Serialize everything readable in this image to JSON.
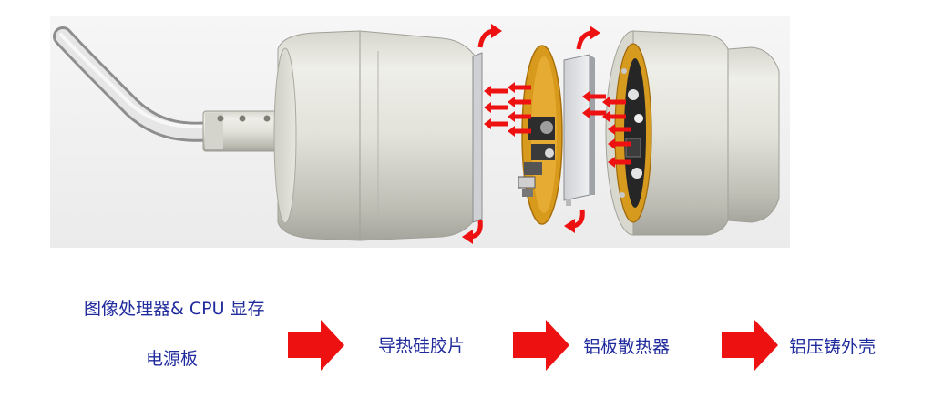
{
  "labels": {
    "chip": "图像处理器& CPU 显存",
    "power_board": "电源板",
    "thermal_pad": "导热硅胶片",
    "heatsink": "铝板散热器",
    "housing": "铝压铸外壳"
  },
  "colors": {
    "label_text": "#1f2a9c",
    "arrow_red": "#ee1111",
    "casing": "#e2e2d9",
    "pcb": "#d89a1c"
  }
}
